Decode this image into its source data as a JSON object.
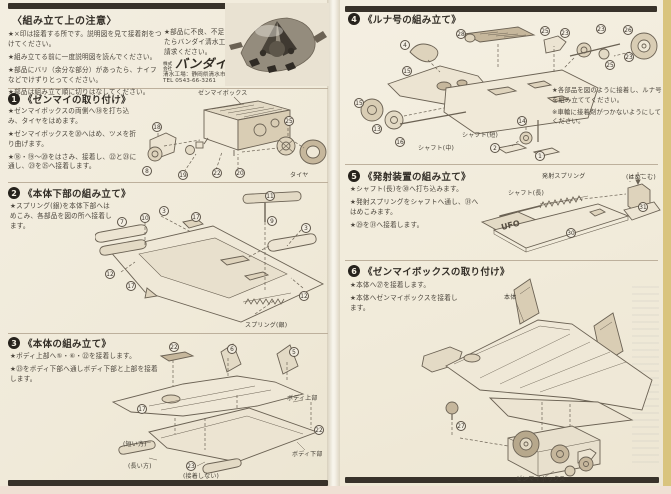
{
  "colors": {
    "paper": "#f2edde",
    "bar": "#38322a",
    "badge": "#26221c",
    "edge_right": "#d9c47e",
    "edge_bottom": "#efe0d4",
    "line_art": "#6b6254"
  },
  "notice": {
    "title": "〈組み立て上の注意〉",
    "items": [
      "★×印は接着する所です。説明図を見て接着剤をつけてください。",
      "★組み立てる前に一度説明図を読んでください。",
      "★部品にバリ（余分な部分）があったら、ナイフなどでけずりとってください。",
      "★部品は組み立て順に切りはなしてください。"
    ],
    "defect_note": "★部品に不良、不足がありましたらバンダイ清水工場宛にご請求ください。",
    "maker": {
      "company": "株式会社",
      "logo": "バンダイ",
      "postal": "〒424",
      "address": "清水工場：静岡県清水市西久保 305",
      "tel": "TEL 0543-66-3261"
    }
  },
  "sections": {
    "s1": {
      "num": "1",
      "title": "《ゼンマイの取り付け》",
      "bullets": [
        "★ゼンマイボックスの両側へ⑱を打ち込み、タイヤをはめます。",
        "★ゼンマイボックスを⑳へはめ、ツメを折り曲げます。",
        "★⑱・⑲〜⑳をはさみ、接着し、㉒と㉓に通し、㉓を㉕へ接着します。"
      ]
    },
    "s2": {
      "num": "2",
      "title": "《本体下部の組み立て》",
      "bullets": [
        "★スプリング(銀)を本体下部へはめこみ、各部品を図の所へ接着します。"
      ]
    },
    "s3": {
      "num": "3",
      "title": "《本体の組み立て》",
      "bullets": [
        "★ボディ上部へ⑤・⑥・㉒を接着します。",
        "★㉓をボディ下部へ通しボディ下部と上部を接着します。"
      ]
    },
    "s4": {
      "num": "4",
      "title": "《ルナ号の組み立て》",
      "notes": [
        "★各部品を図のように接着し、ルナ号を組み立ててください。",
        "※車輪に接着剤がつかないようにしてください。"
      ]
    },
    "s5": {
      "num": "5",
      "title": "《発射装置の組み立て》",
      "bullets": [
        "★シャフト(長)を㉚へ打ち込みます。",
        "★発射スプリングをシャフトへ通し、㉛へはめこみます。",
        "★㉙を㉛へ接着します。"
      ]
    },
    "s6": {
      "num": "6",
      "title": "《ゼンマイボックスの取り付け》",
      "bullets": [
        "★本体へ㉗を接着します。",
        "★本体へゼンマイボックスを接着します。"
      ]
    }
  },
  "figs": {
    "f1": {
      "labels": {
        "box": "ゼンマイボックス",
        "tire": "タイヤ"
      },
      "callouts": [
        "18",
        "8",
        "19",
        "22",
        "20",
        "25"
      ]
    },
    "f2": {
      "labels": {
        "spring": "スプリング(銀)"
      },
      "callouts": [
        "7",
        "10",
        "3",
        "17",
        "11",
        "9",
        "3",
        "12",
        "17",
        "12"
      ]
    },
    "f3": {
      "labels": {
        "upper": "ボディ上部",
        "lower": "ボディ下部",
        "short": "(短い方)",
        "long": "(長い方)",
        "noglue": "(接着しない)"
      },
      "callouts": [
        "22",
        "6",
        "5",
        "17",
        "23",
        "22"
      ]
    },
    "f4": {
      "labels": {
        "shaft_mid": "シャフト(中)",
        "shaft_short": "シャフト(短)"
      },
      "callouts": [
        "4",
        "28",
        "25",
        "23",
        "23",
        "26",
        "23",
        "25",
        "14",
        "15",
        "13",
        "16",
        "2",
        "1"
      ]
    },
    "f5": {
      "labels": {
        "spring": "発射スプリング",
        "fit": "(はめこむ)",
        "shaft_long": "シャフト(長)",
        "logo": "UFO"
      },
      "callouts": [
        "31",
        "30"
      ]
    },
    "f6": {
      "labels": {
        "body": "本体",
        "box": "ゼンマイボックス"
      },
      "callouts": [
        "27"
      ]
    }
  }
}
